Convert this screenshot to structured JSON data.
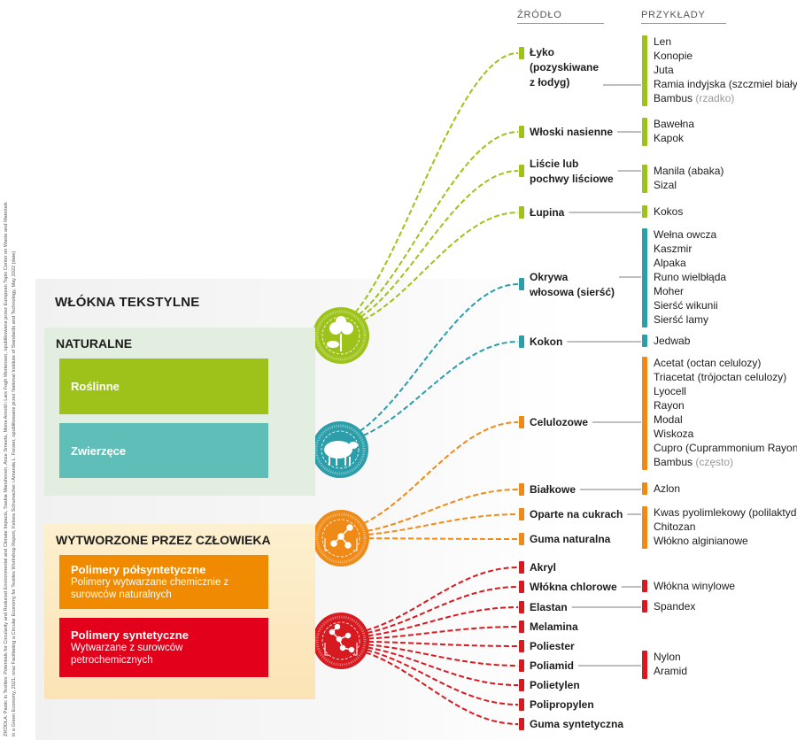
{
  "credits": [
    "ŹRÓDŁA: Pastic in Textiles: Potentials for Circularity and Reduced Environmental and Climate Impacts, Saskia Manshoven, Anse Smeets, Mona Arnold i Lars Fogh Mortensen, opublikowane przez European Topic Center on Waste and Materials",
    "in a Green Economy, 2021; oraz Facilitating a Circular Economy for Textiles Workshop Report, Kelsea Schumacher i Amanda L. Forster, opublikowane przez National Institute of Standards and Technology, May 2022 (date)"
  ],
  "title": "WŁÓKNA TEKSTYLNE",
  "headers": {
    "source": "ŹRÓDŁO",
    "examples": "PRZYKŁADY"
  },
  "colors": {
    "plant": "#9dc31b",
    "animal": "#2c9ea9",
    "semi": "#ef8a17",
    "synth": "#d71920",
    "plant_box": "#9dc31b",
    "animal_box": "#5fbfb8",
    "semi_box": "#f08a00",
    "synth_box": "#e2001a"
  },
  "natural": {
    "title": "NATURALNE",
    "plant": "Roślinne",
    "animal": "Zwierzęce"
  },
  "manmade": {
    "title": "WYTWORZONE PRZEZ CZŁOWIEKA",
    "semi": {
      "title": "Polimery półsyntetyczne",
      "desc": "Polimery wytwarzane chemicznie z surowców naturalnych"
    },
    "synth": {
      "title": "Polimery syntetyczne",
      "desc": "Wytwarzane z surowców petrochemicznych"
    }
  },
  "icons": {
    "plant": "cotton-plant-icon",
    "animal": "sheep-icon",
    "semi": "molecule-icon",
    "synth": "polymer-molecule-icon"
  },
  "sources": [
    {
      "group": "plant",
      "label": [
        "Łyko",
        "(pozyskiwane",
        "z łodyg)"
      ],
      "examples": [
        "Len",
        "Konopie",
        "Juta",
        "Ramia indyjska (szczmiel biały)",
        "Bambus"
      ],
      "note": {
        "4": "(rzadko)"
      }
    },
    {
      "group": "plant",
      "label": [
        "Włoski nasienne"
      ],
      "examples": [
        "Bawełna",
        "Kapok"
      ]
    },
    {
      "group": "plant",
      "label": [
        "Liście lub",
        "pochwy liściowe"
      ],
      "examples": [
        "Manila (abaka)",
        "Sizal"
      ]
    },
    {
      "group": "plant",
      "label": [
        "Łupina"
      ],
      "examples": [
        "Kokos"
      ]
    },
    {
      "group": "animal",
      "label": [
        "Okrywa",
        "włosowa (sierść)"
      ],
      "examples": [
        "Wełna owcza",
        "Kaszmir",
        "Alpaka",
        "Runo wielbłąda",
        "Moher",
        "Sierść wikunii",
        "Sierść lamy"
      ]
    },
    {
      "group": "animal",
      "label": [
        "Kokon"
      ],
      "examples": [
        "Jedwab"
      ]
    },
    {
      "group": "semi",
      "label": [
        "Celulozowe"
      ],
      "examples": [
        "Acetat (octan celulozy)",
        "Triacetat (trójoctan celulozy)",
        "Lyocell",
        "Rayon",
        "Modal",
        "Wiskoza",
        "Cupro (Cuprammonium Rayon)",
        "Bambus"
      ],
      "note": {
        "7": "(często)"
      }
    },
    {
      "group": "semi",
      "label": [
        "Białkowe"
      ],
      "examples": [
        "Azlon"
      ]
    },
    {
      "group": "semi",
      "label": [
        "Oparte na cukrach"
      ],
      "examples": [
        "Kwas pyolimlekowy (polilaktyd)",
        "Chitozan",
        "Włókno alginianowe"
      ]
    },
    {
      "group": "semi",
      "label": [
        "Guma naturalna"
      ],
      "examples": []
    },
    {
      "group": "synth",
      "label": [
        "Akryl"
      ],
      "examples": []
    },
    {
      "group": "synth",
      "label": [
        "Włókna chlorowe"
      ],
      "examples": [
        "Włókna winylowe"
      ]
    },
    {
      "group": "synth",
      "label": [
        "Elastan"
      ],
      "examples": [
        "Spandex"
      ]
    },
    {
      "group": "synth",
      "label": [
        "Melamina"
      ],
      "examples": []
    },
    {
      "group": "synth",
      "label": [
        "Poliester"
      ],
      "examples": []
    },
    {
      "group": "synth",
      "label": [
        "Poliamid"
      ],
      "examples": [
        "Nylon",
        "Aramid"
      ]
    },
    {
      "group": "synth",
      "label": [
        "Polietylen"
      ],
      "examples": []
    },
    {
      "group": "synth",
      "label": [
        "Polipropylen"
      ],
      "examples": []
    },
    {
      "group": "synth",
      "label": [
        "Guma syntetyczna"
      ],
      "examples": []
    }
  ]
}
